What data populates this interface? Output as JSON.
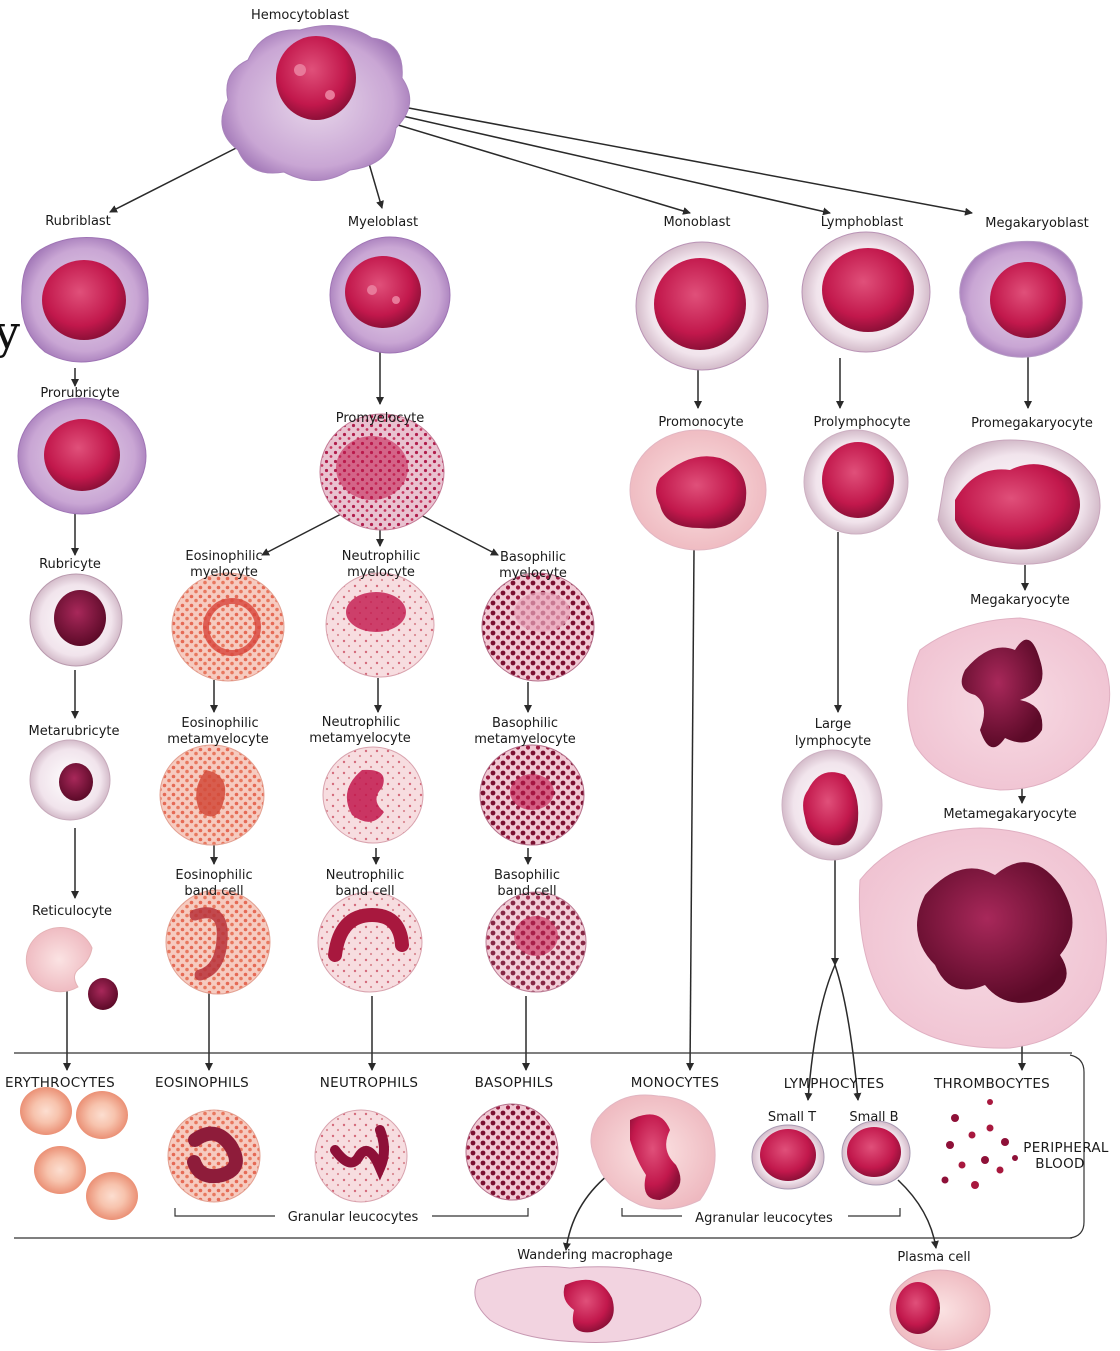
{
  "fragment_glyph": "y",
  "labels": {
    "hemocytoblast": "Hemocytoblast",
    "rubriblast": "Rubriblast",
    "myeloblast": "Myeloblast",
    "monoblast": "Monoblast",
    "lymphoblast": "Lymphoblast",
    "megakaryoblast": "Megakaryoblast",
    "prorubricyte": "Prorubricyte",
    "promyelocyte": "Promyelocyte",
    "promonocyte": "Promonocyte",
    "prolymphocyte": "Prolymphocyte",
    "promegakaryocyte": "Promegakaryocyte",
    "rubricyte": "Rubricyte",
    "eosinophilic_myelocyte": [
      "Eosinophilic",
      "myelocyte"
    ],
    "neutrophilic_myelocyte": [
      "Neutrophilic",
      "myelocyte"
    ],
    "basophilic_myelocyte": [
      "Basophilic",
      "myelocyte"
    ],
    "megakaryocyte": "Megakaryocyte",
    "metarubricyte": "Metarubricyte",
    "eosinophilic_metamyelocyte": [
      "Eosinophilic",
      "metamyelocyte"
    ],
    "neutrophilic_metamyelocyte": [
      "Neutrophilic",
      "metamyelocyte"
    ],
    "basophilic_metamyelocyte": [
      "Basophilic",
      "metamyelocyte"
    ],
    "large_lymphocyte": [
      "Large",
      "lymphocyte"
    ],
    "metamegakaryocyte": "Metamegakaryocyte",
    "reticulocyte": "Reticulocyte",
    "eosinophilic_band": [
      "Eosinophilic",
      "band cell"
    ],
    "neutrophilic_band": [
      "Neutrophilic",
      "band cell"
    ],
    "basophilic_band": [
      "Basophilic",
      "band cell"
    ],
    "small_t": "Small T",
    "small_b": "Small B",
    "wandering_macrophage": "Wandering macrophage",
    "plasma_cell": "Plasma cell"
  },
  "captions": {
    "erythrocytes": "ERYTHROCYTES",
    "eosinophils": "EOSINOPHILS",
    "neutrophils": "NEUTROPHILS",
    "basophils": "BASOPHILS",
    "monocytes": "MONOCYTES",
    "lymphocytes": "LYMPHOCYTES",
    "thrombocytes": "THROMBOCYTES"
  },
  "groups": {
    "granular": "Granular leucocytes",
    "agranular": "Agranular leucocytes",
    "peripheral": [
      "PERIPHERAL",
      "BLOOD"
    ]
  },
  "colors": {
    "cytoplasm_violet": "#c9a6d4",
    "cytoplasm_light": "#eddde6",
    "nucleus_magenta": "#c2184c",
    "nucleus_dark": "#7a0f35",
    "granule_eosin": "#e56a55",
    "granule_baso": "#7a1030",
    "rbc": "#f2a98e"
  }
}
